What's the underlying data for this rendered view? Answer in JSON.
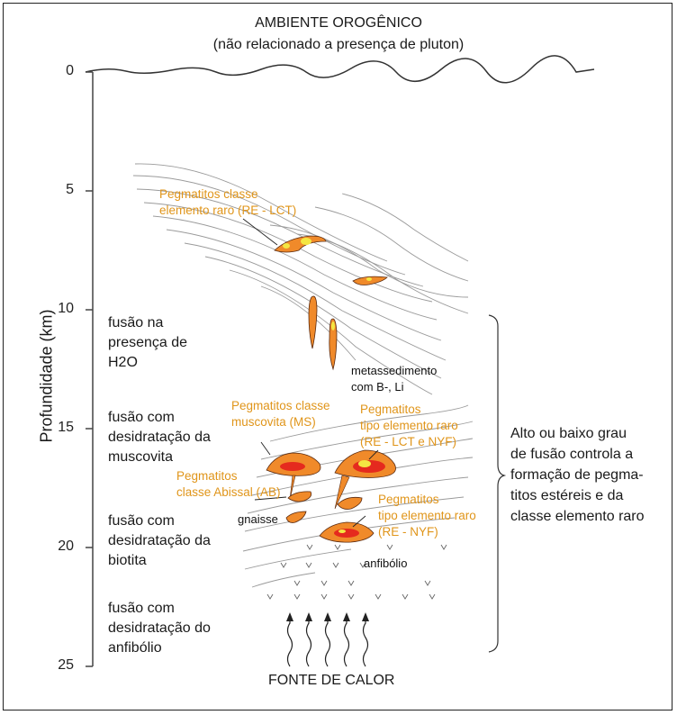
{
  "title": "AMBIENTE OROGÊNICO",
  "subtitle": "(não relacionado a presença de pluton)",
  "axis": {
    "label": "Profundidade (km)",
    "ticks": [
      "0",
      "5",
      "10",
      "15",
      "20",
      "25"
    ]
  },
  "zones": {
    "h2o": [
      "fusão na",
      "presença de",
      "H2O"
    ],
    "muscovita": [
      "fusão com",
      "desidratação da",
      "muscovita"
    ],
    "biotita": [
      "fusão com",
      "desidratação da",
      "biotita"
    ],
    "anfibolio": [
      "fusão com",
      "desidratação do",
      "anfibólio"
    ]
  },
  "pegmatites": {
    "lct": [
      "Pegmatitos classe",
      "elemento raro (RE - LCT)"
    ],
    "ms": [
      "Pegmatitos classe",
      "muscovita (MS)"
    ],
    "lct_nyf": [
      "Pegmatitos",
      "tipo elemento raro",
      "(RE - LCT e NYF)"
    ],
    "ab": [
      "Pegmatitos",
      "classe Abissal (AB)"
    ],
    "nyf": [
      "Pegmatitos",
      "tipo elemento raro",
      "(RE - NYF)"
    ]
  },
  "rocks": {
    "metassedimento": [
      "metassedimento",
      "com B-, Li"
    ],
    "gnaisse": "gnaisse",
    "anfibolio": "anfibólio"
  },
  "bracket_text": [
    "Alto ou baixo grau",
    "de fusão controla a",
    "formação de pegma-",
    "titos estéreis e da",
    "classe elemento raro"
  ],
  "heat_source": "FONTE DE CALOR",
  "colors": {
    "pegmatite": "#f08a2a",
    "core": "#e52a1e",
    "highlight": "#f4e642",
    "annotation": "#e0951a"
  }
}
